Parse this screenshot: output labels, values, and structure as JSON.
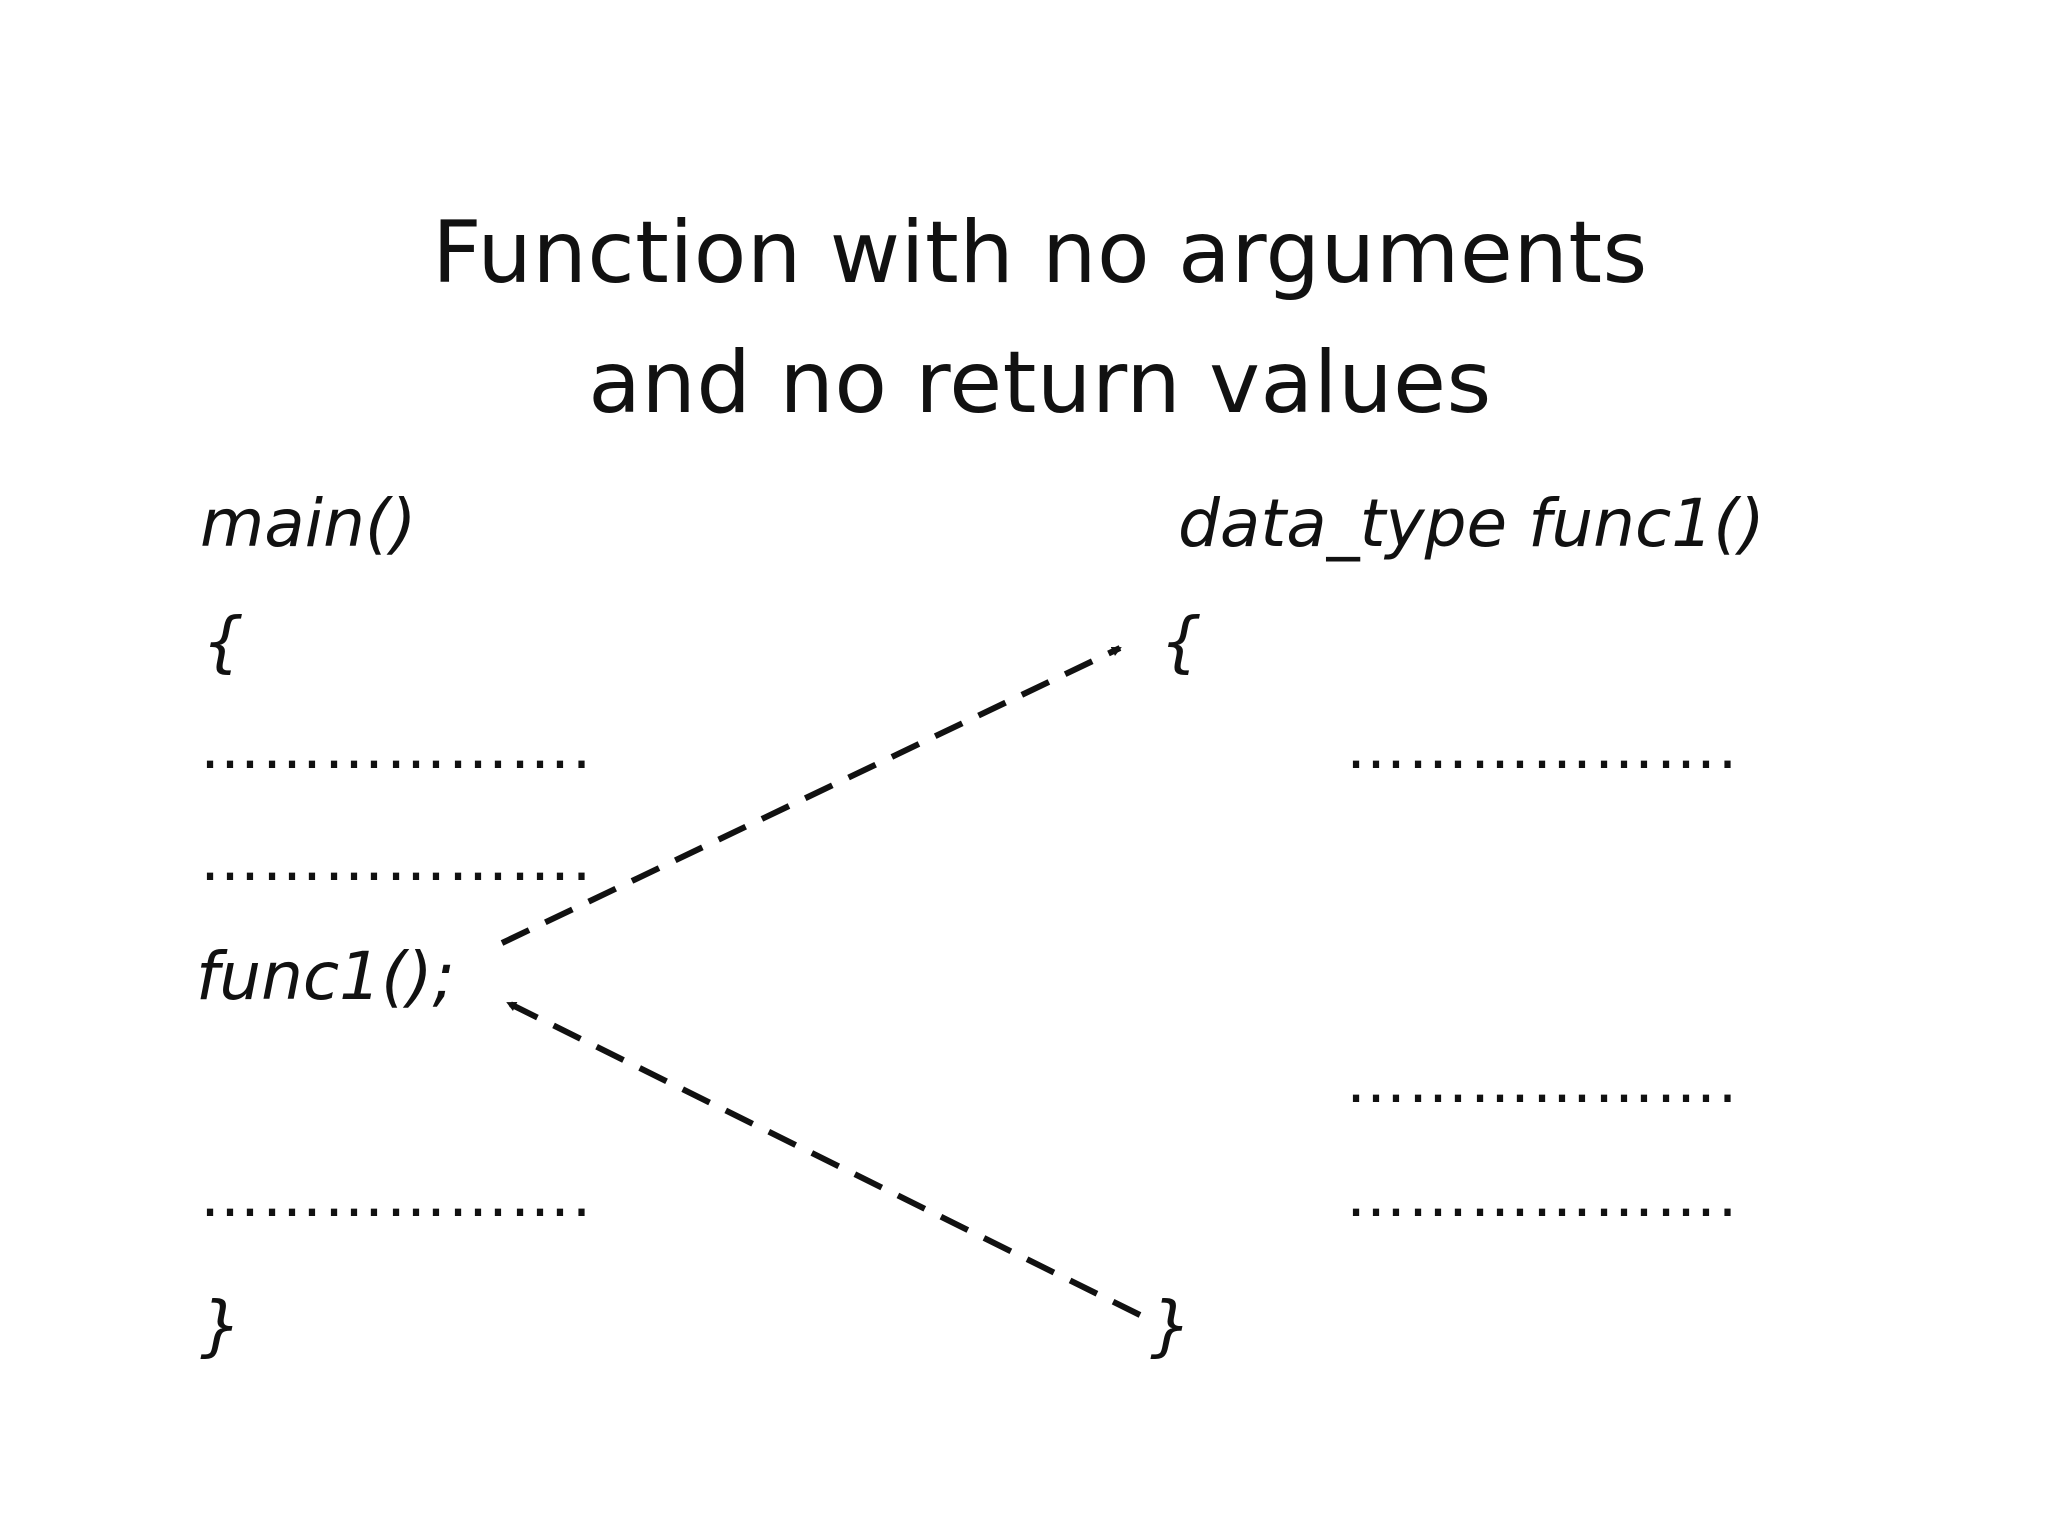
{
  "title": {
    "line1": "Function with no arguments",
    "line2": "and no return values"
  },
  "main_block": {
    "header": "main()",
    "open_brace": "{",
    "dots_1": "……………….",
    "dots_2": "……………….",
    "call": "func1();",
    "dots_3": "……………….",
    "close_brace": "}"
  },
  "func_block": {
    "header": "data_type func1()",
    "open_brace": "{",
    "dots_1": "……………….",
    "dots_2": "……………….",
    "dots_3": "……………….",
    "close_brace": "}"
  },
  "arrows": {
    "call_arrow": "func1(); → {",
    "return_arrow": "} → func1();",
    "color": "#111111",
    "style": "dashed"
  }
}
